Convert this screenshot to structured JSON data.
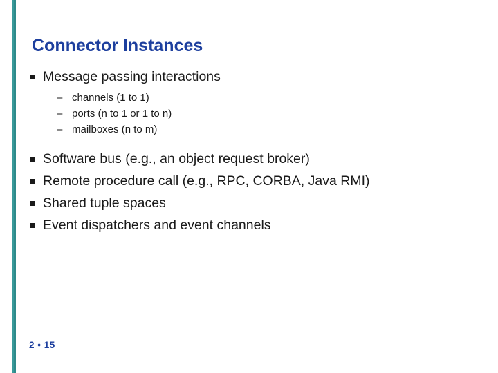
{
  "slide": {
    "title": "Connector Instances",
    "footer": "2 • 15",
    "accent_color": "#1d3f9e",
    "bar_color": "#2e8b8b",
    "bullets": [
      {
        "level": 1,
        "text": "Message passing interactions",
        "marker": "square-bullet"
      },
      {
        "level": 2,
        "text": "channels (1 to 1)",
        "marker": "dash-bullet"
      },
      {
        "level": 2,
        "text": "ports (n to 1 or 1 to n)",
        "marker": "dash-bullet"
      },
      {
        "level": 2,
        "text": "mailboxes (n to m)",
        "marker": "dash-bullet"
      },
      {
        "level": 1,
        "text": "Software bus (e.g., an object request broker)",
        "marker": "square-bullet"
      },
      {
        "level": 1,
        "text": "Remote procedure call (e.g., RPC, CORBA, Java RMI)",
        "marker": "square-bullet"
      },
      {
        "level": 1,
        "text": "Shared tuple spaces",
        "marker": "square-bullet"
      },
      {
        "level": 1,
        "text": "Event dispatchers and event channels",
        "marker": "square-bullet"
      }
    ]
  }
}
